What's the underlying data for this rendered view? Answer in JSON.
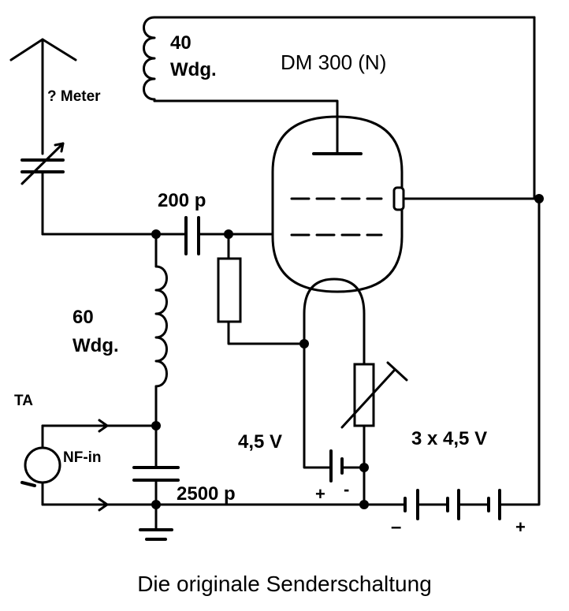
{
  "diagram": {
    "tube_label": "DM 300 (N)",
    "coil_top_turns": "40",
    "coil_top_unit": "Wdg.",
    "antenna_label": "? Meter",
    "cap_grid_label": "200 p",
    "coil_left_turns": "60",
    "coil_left_unit": "Wdg.",
    "ta_label": "TA",
    "nf_label": "NF-in",
    "cap_bottom_label": "2500 p",
    "heater_voltage": "4,5 V",
    "battery_label": "3 x 4,5 V",
    "plus_sign": "+",
    "minus_sign": "-",
    "minus_sign_alt": "–",
    "caption": "Die originale Senderschaltung"
  }
}
